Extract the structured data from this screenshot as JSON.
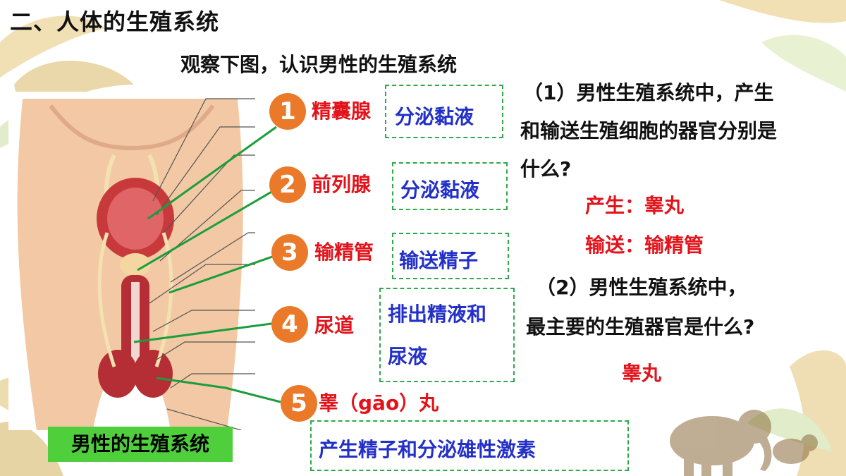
{
  "title": "二、人体的生殖系统",
  "subtitle": "观察下图，认识男性的生殖系统",
  "figure_caption": "男性的生殖系统",
  "organs": [
    {
      "num": "1",
      "name": "精囊腺",
      "function": "分泌黏液"
    },
    {
      "num": "2",
      "name": "前列腺",
      "function": "分泌黏液"
    },
    {
      "num": "3",
      "name": "输精管",
      "function": "输送精子"
    },
    {
      "num": "4",
      "name": "尿道",
      "function_line1": "排出精液和",
      "function_line2": "尿液"
    },
    {
      "num": "5",
      "name": "睾（gāo）丸",
      "function": "产生精子和分泌雄性激素"
    }
  ],
  "question1": {
    "line1": "（1）男性生殖系统中，产生",
    "line2": "和输送生殖细胞的器官分别是",
    "line3": "什么?",
    "answer1": "产生：睾丸",
    "answer2": "输送：输精管"
  },
  "question2": {
    "line1": "（2）男性生殖系统中，",
    "line2": "最主要的生殖器官是什么?",
    "answer": "睾丸"
  },
  "colors": {
    "badge": "#ea7a2a",
    "organ_label": "#e3131b",
    "function_text": "#2230c8",
    "dashed_border": "#2daa4a",
    "pointer_line": "#1a9e3c",
    "caption_bg": "#4fcf3c"
  }
}
